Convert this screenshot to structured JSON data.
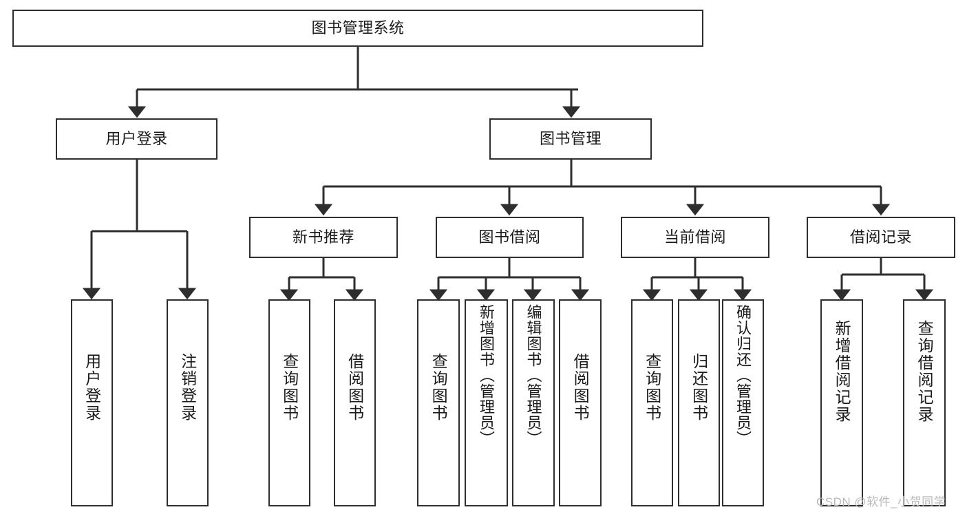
{
  "diagram": {
    "type": "tree",
    "title": "图书管理系统",
    "watermark": "CSDN @软件_小贺同学",
    "colors": {
      "stroke": "#2e2e2e",
      "fill": "#ffffff",
      "text": "#1a1a1a",
      "watermark": "#b9b9b9"
    },
    "nodes": {
      "root": {
        "label": "图书管理系统"
      },
      "level2": [
        {
          "id": "user-login",
          "label": "用户登录"
        },
        {
          "id": "book-management",
          "label": "图书管理"
        }
      ],
      "level3": [
        {
          "id": "new-book-recommend",
          "label": "新书推荐"
        },
        {
          "id": "book-borrow",
          "label": "图书借阅"
        },
        {
          "id": "current-borrow",
          "label": "当前借阅"
        },
        {
          "id": "borrow-record",
          "label": "借阅记录"
        }
      ],
      "leaves": {
        "user_login": [
          {
            "id": "leaf-user-login",
            "label": "用户登录"
          },
          {
            "id": "leaf-logout-login",
            "label": "注销登录"
          }
        ],
        "new_book_recommend": [
          {
            "id": "leaf-query-book-1",
            "label": "查询图书"
          },
          {
            "id": "leaf-borrow-book-1",
            "label": "借阅图书"
          }
        ],
        "book_borrow": [
          {
            "id": "leaf-query-book-2",
            "label": "查询图书"
          },
          {
            "id": "leaf-add-book",
            "label": "新增图书（管理员）"
          },
          {
            "id": "leaf-edit-book",
            "label": "编辑图书（管理员）"
          },
          {
            "id": "leaf-borrow-book-2",
            "label": "借阅图书"
          }
        ],
        "current_borrow": [
          {
            "id": "leaf-query-book-3",
            "label": "查询图书"
          },
          {
            "id": "leaf-return-book",
            "label": "归还图书"
          },
          {
            "id": "leaf-confirm-return",
            "label": "确认归还（管理员）"
          }
        ],
        "borrow_record": [
          {
            "id": "leaf-add-borrow-record",
            "label": "新增借阅记录"
          },
          {
            "id": "leaf-query-borrow-record",
            "label": "查询借阅记录"
          }
        ]
      }
    },
    "edges": [
      {
        "from": "root",
        "to": "user-login"
      },
      {
        "from": "root",
        "to": "book-management"
      },
      {
        "from": "user-login",
        "to": "leaf-user-login"
      },
      {
        "from": "user-login",
        "to": "leaf-logout-login"
      },
      {
        "from": "book-management",
        "to": "new-book-recommend"
      },
      {
        "from": "book-management",
        "to": "book-borrow"
      },
      {
        "from": "book-management",
        "to": "current-borrow"
      },
      {
        "from": "book-management",
        "to": "borrow-record"
      },
      {
        "from": "new-book-recommend",
        "to": "leaf-query-book-1"
      },
      {
        "from": "new-book-recommend",
        "to": "leaf-borrow-book-1"
      },
      {
        "from": "book-borrow",
        "to": "leaf-query-book-2"
      },
      {
        "from": "book-borrow",
        "to": "leaf-add-book"
      },
      {
        "from": "book-borrow",
        "to": "leaf-edit-book"
      },
      {
        "from": "book-borrow",
        "to": "leaf-borrow-book-2"
      },
      {
        "from": "current-borrow",
        "to": "leaf-query-book-3"
      },
      {
        "from": "current-borrow",
        "to": "leaf-return-book"
      },
      {
        "from": "current-borrow",
        "to": "leaf-confirm-return"
      },
      {
        "from": "borrow-record",
        "to": "leaf-add-borrow-record"
      },
      {
        "from": "borrow-record",
        "to": "leaf-query-borrow-record"
      }
    ]
  }
}
